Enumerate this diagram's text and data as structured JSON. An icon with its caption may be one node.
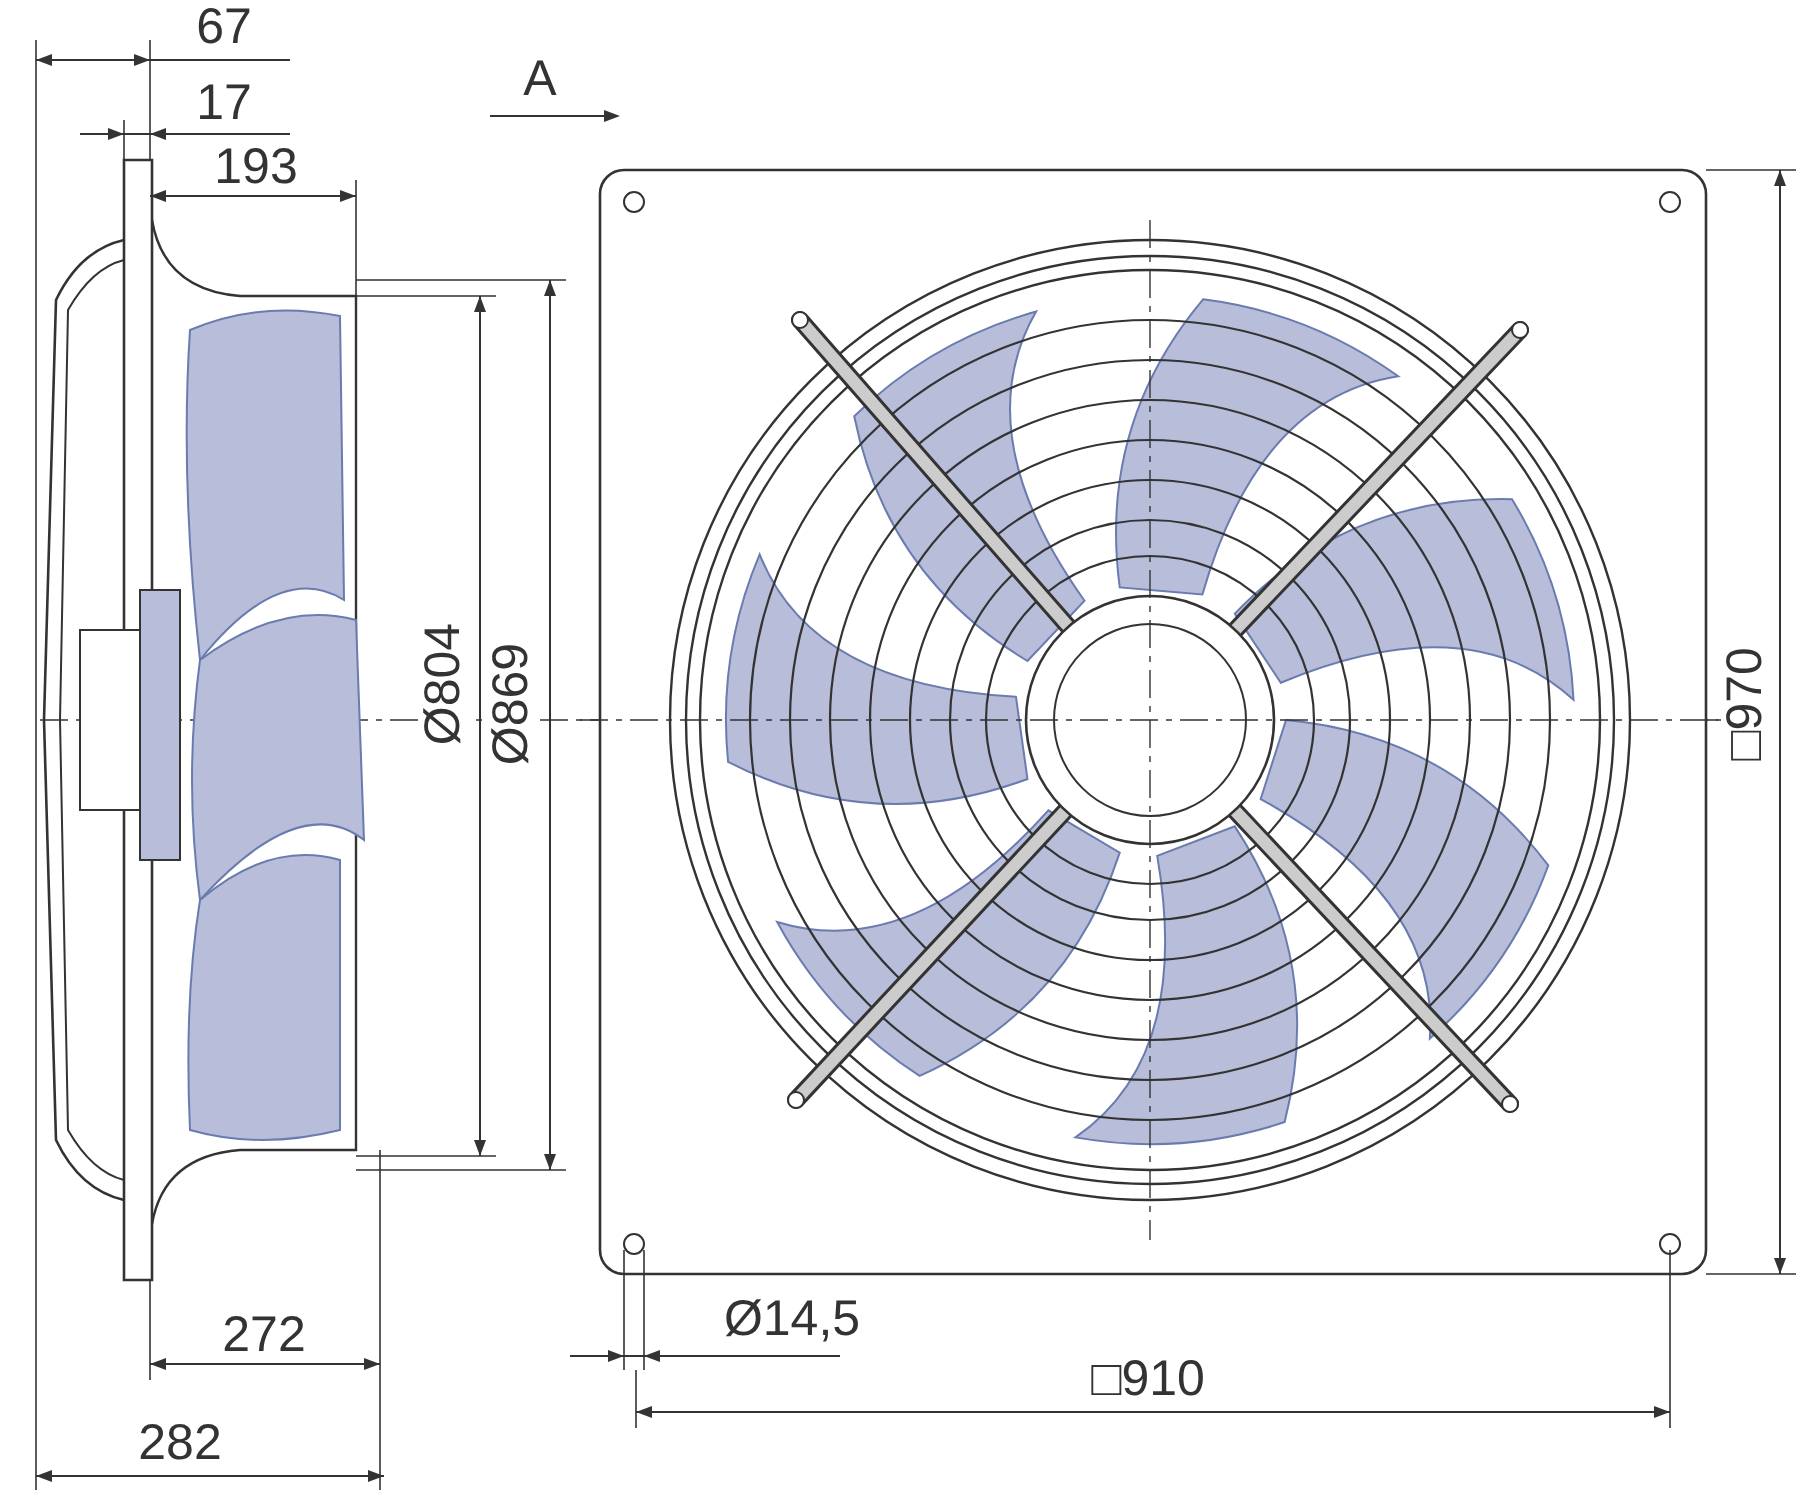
{
  "diagram": {
    "labels": [
      "67",
      "17",
      "193",
      "A",
      "Ø804",
      "Ø869",
      "□970",
      "Ø14,5",
      "□910",
      "272",
      "282"
    ]
  }
}
